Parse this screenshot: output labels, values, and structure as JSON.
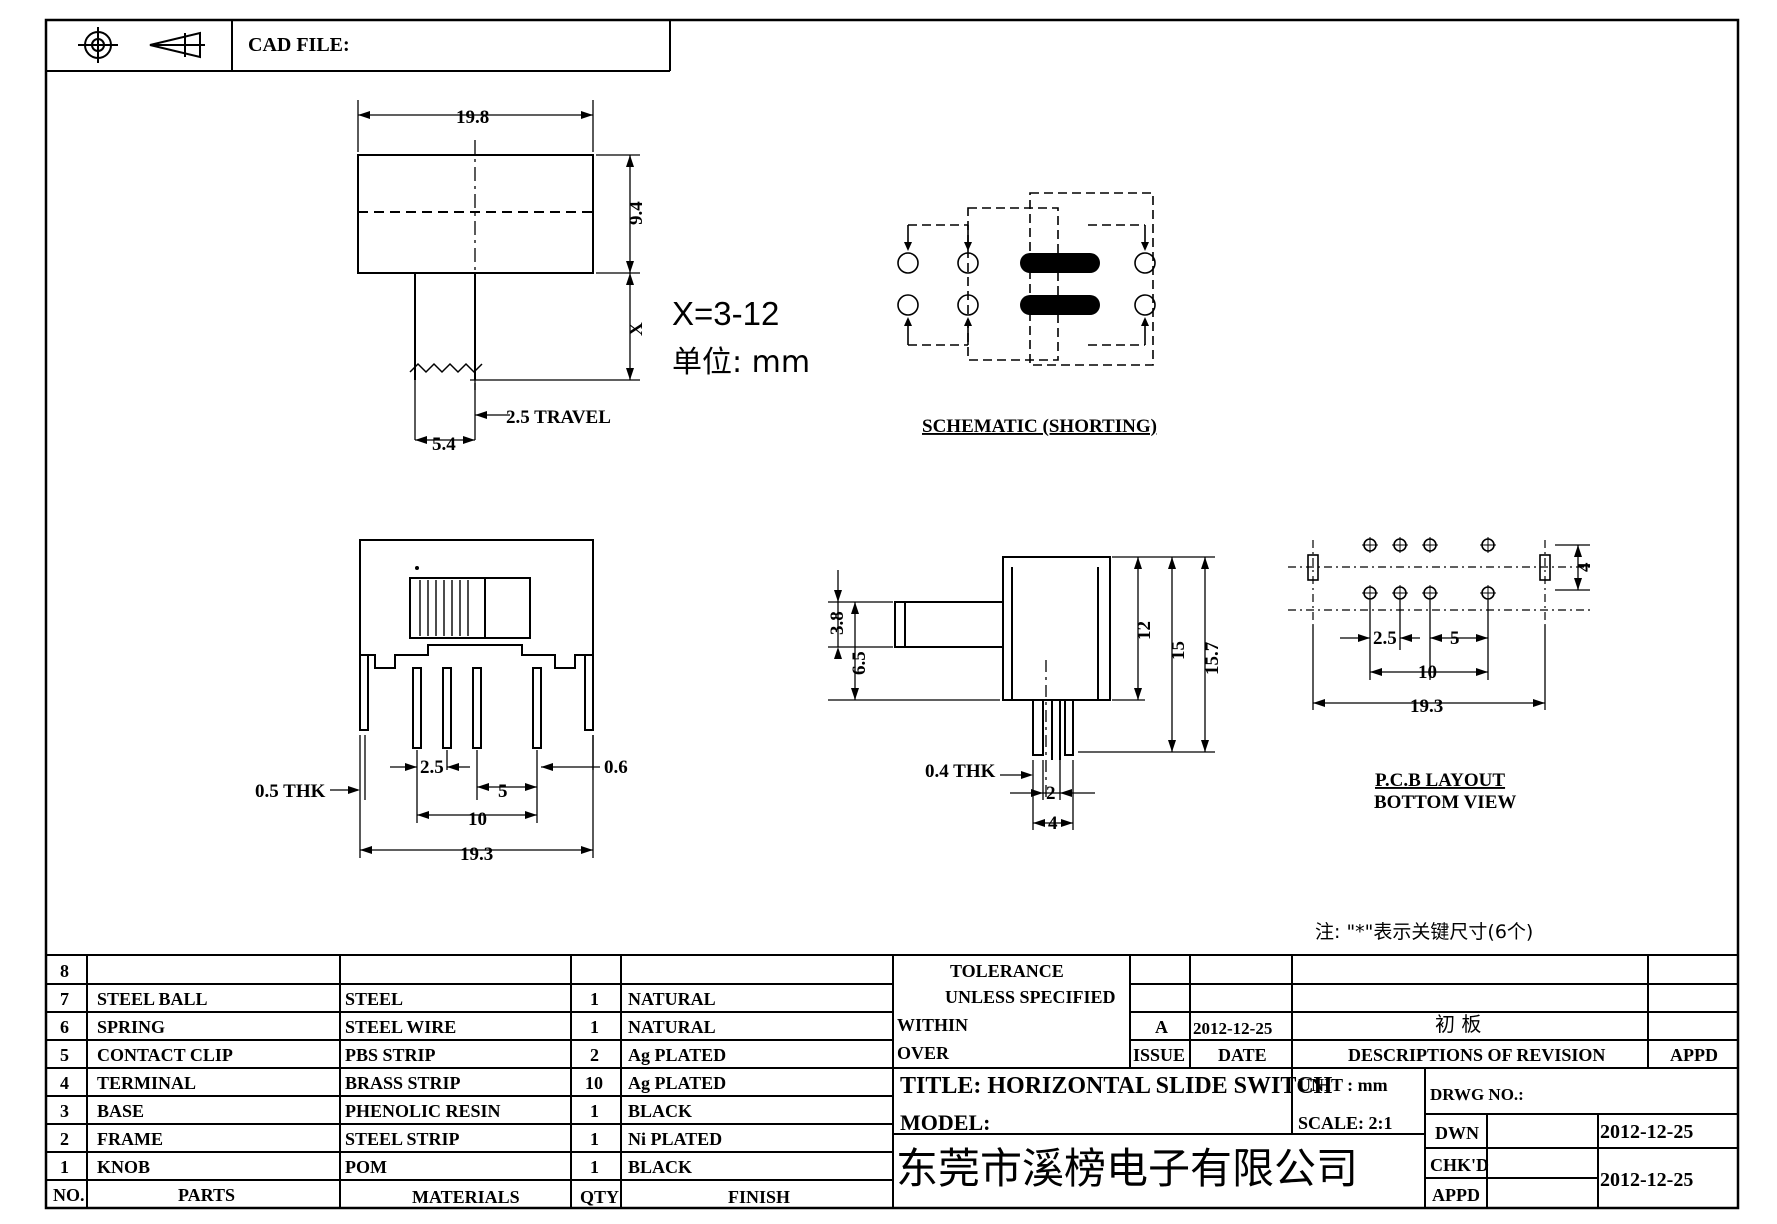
{
  "header": {
    "cad_file_label": "CAD FILE:"
  },
  "dimensions": {
    "top_width": "19.8",
    "top_height": "9.4",
    "top_x": "X",
    "x_range": "X=3-12",
    "unit_note": "单位: mm",
    "travel": "2.5 TRAVEL",
    "knob_width": "5.4",
    "front_thk": "0.5 THK",
    "pitch_small": "2.5",
    "pin_width": "0.6",
    "pitch_large": "5",
    "pin_span": "10",
    "body_width": "19.3",
    "side_knob_h": "3.8",
    "side_knob_pos": "6.5",
    "side_h1": "12",
    "side_h2": "15",
    "side_h3": "15.7",
    "side_thk": "0.4 THK",
    "side_pin_gap": "2",
    "side_pin_span": "4",
    "pcb_pitch_small": "2.5",
    "pcb_pitch_large": "5",
    "pcb_span": "10",
    "pcb_width": "19.3",
    "pcb_height": "4"
  },
  "captions": {
    "schematic": "SCHEMATIC (SHORTING)",
    "pcb_layout": "P.C.B LAYOUT",
    "bottom_view": "BOTTOM VIEW",
    "note": "注: \"*\"表示关键尺寸(6个)"
  },
  "bom": {
    "rows": [
      {
        "no": "8",
        "part": "",
        "material": "",
        "qty": "",
        "finish": ""
      },
      {
        "no": "7",
        "part": "STEEL BALL",
        "material": "STEEL",
        "qty": "1",
        "finish": "NATURAL"
      },
      {
        "no": "6",
        "part": "SPRING",
        "material": "STEEL WIRE",
        "qty": "1",
        "finish": "NATURAL"
      },
      {
        "no": "5",
        "part": "CONTACT CLIP",
        "material": "PBS STRIP",
        "qty": "2",
        "finish": "Ag PLATED"
      },
      {
        "no": "4",
        "part": "TERMINAL",
        "material": "BRASS STRIP",
        "qty": "10",
        "finish": "Ag PLATED"
      },
      {
        "no": "3",
        "part": "BASE",
        "material": "PHENOLIC RESIN",
        "qty": "1",
        "finish": "BLACK"
      },
      {
        "no": "2",
        "part": "FRAME",
        "material": "STEEL STRIP",
        "qty": "1",
        "finish": "Ni PLATED"
      },
      {
        "no": "1",
        "part": "KNOB",
        "material": "POM",
        "qty": "1",
        "finish": "BLACK"
      }
    ],
    "header": {
      "no": "NO.",
      "part": "PARTS",
      "material": "MATERIALS",
      "qty": "QTY",
      "finish": "FINISH"
    }
  },
  "title_block": {
    "tolerance": "TOLERANCE",
    "unless": "UNLESS SPECIFIED",
    "within": "WITHIN",
    "over": "OVER",
    "issue_value": "A",
    "date_value": "2012-12-25",
    "revision_text": "初 板",
    "issue_label": "ISSUE",
    "date_label": "DATE",
    "desc_label": "DESCRIPTIONS OF REVISION",
    "appd_label": "APPD",
    "title": "TITLE: HORIZONTAL SLIDE SWITCH",
    "unit": "UNIT : mm",
    "drwg_no": "DRWG NO.:",
    "model": "MODEL:",
    "scale": "SCALE: 2:1",
    "dwn_label": "DWN",
    "dwn_date": "2012-12-25",
    "company": "东莞市溪榜电子有限公司",
    "chkd_label": "CHK'D",
    "appd2_label": "APPD",
    "chk_date": "2012-12-25"
  }
}
